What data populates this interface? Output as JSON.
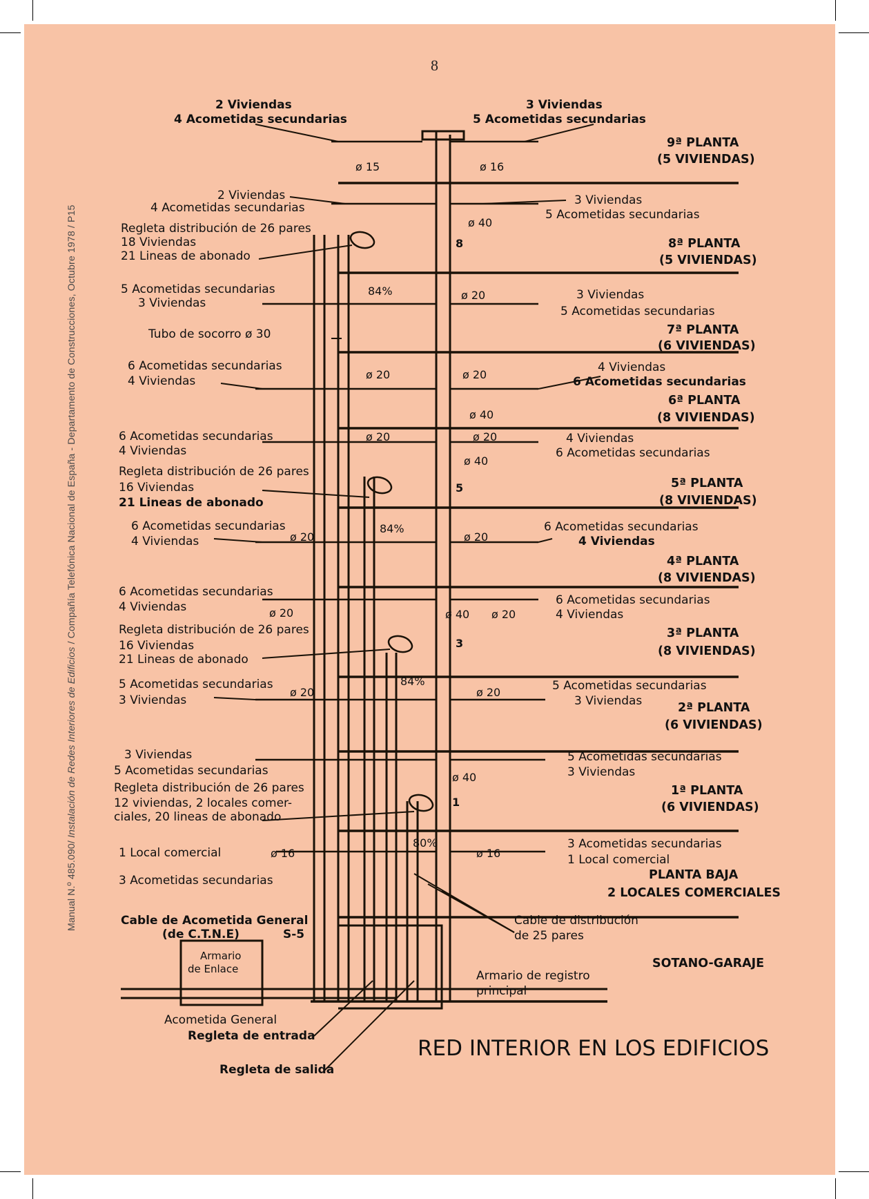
{
  "page_number": "8",
  "side_caption": {
    "pre": "Manual N.º 485.090/ ",
    "italic": "Instalación de Redes Interiores de Edificios",
    "post": " / Compañía Telefónica Nacional de España - Departamento de Construcciones, Octubre 1978 / P15"
  },
  "diagram": {
    "title": "RED INTERIOR EN LOS EDIFICIOS",
    "floors": [
      {
        "name": "9ª PLANTA",
        "units": "(5 VIVIENDAS)"
      },
      {
        "name": "8ª PLANTA",
        "units": "(5 VIVIENDAS)"
      },
      {
        "name": "7ª PLANTA",
        "units": "(6 VIVIENDAS)"
      },
      {
        "name": "6ª PLANTA",
        "units": "(8 VIVIENDAS)"
      },
      {
        "name": "5ª PLANTA",
        "units": "(8 VIVIENDAS)"
      },
      {
        "name": "4ª PLANTA",
        "units": "(8 VIVIENDAS)"
      },
      {
        "name": "3ª PLANTA",
        "units": "(8 VIVIENDAS)"
      },
      {
        "name": "2ª PLANTA",
        "units": "(6 VIVIENDAS)"
      },
      {
        "name": "1ª PLANTA",
        "units": "(6 VIVIENDAS)"
      },
      {
        "name": "PLANTA BAJA",
        "units": "2 LOCALES COMERCIALES"
      },
      {
        "name": "SOTANO-GARAJE",
        "units": ""
      }
    ],
    "left_labels": [
      [
        "2 Viviendas",
        "4 Acometidas secundarias"
      ],
      [
        "2 Viviendas",
        "4 Acometidas secundarias"
      ],
      [
        "Regleta distribución de 26 pares",
        "18 Viviendas",
        "21 Lineas de abonado"
      ],
      [
        "5 Acometidas secundarias",
        "3 Viviendas"
      ],
      [
        "Tubo de socorro ø 30"
      ],
      [
        "6 Acometidas secundarias",
        "4 Viviendas"
      ],
      [
        "6 Acometidas secundarias",
        "4 Viviendas"
      ],
      [
        "Regleta distribución de 26 pares",
        "16 Viviendas",
        "21 Lineas de abonado"
      ],
      [
        "6 Acometidas secundarias",
        "4 Viviendas"
      ],
      [
        "6 Acometidas secundarias",
        "4 Viviendas"
      ],
      [
        "Regleta distribución de 26 pares",
        "16 Viviendas",
        "21 Lineas de abonado"
      ],
      [
        "5 Acometidas secundarias",
        "3 Viviendas"
      ],
      [
        "3 Viviendas",
        "5 Acometidas secundarias"
      ],
      [
        "Regleta distribución de 26 pares",
        "12 viviendas, 2 locales comer-",
        "ciales, 20 lineas de abonado"
      ],
      [
        "1 Local comercial"
      ],
      [
        "3 Acometidas secundarias"
      ]
    ],
    "right_labels": [
      [
        "3 Viviendas",
        "5 Acometidas secundarias"
      ],
      [
        "3 Viviendas",
        "5 Acometidas secundarias"
      ],
      [
        "3 Viviendas",
        "5 Acometidas secundarias"
      ],
      [
        "4 Viviendas",
        "6 Acometidas secundarias"
      ],
      [
        "4 Viviendas",
        "6 Acometidas secundarias"
      ],
      [
        "6 Acometidas secundarias",
        "4 Viviendas"
      ],
      [
        "6 Acometidas secundarias",
        "4 Viviendas"
      ],
      [
        "5 Acometidas secundarias",
        "3 Viviendas"
      ],
      [
        "5 Acometidas secundarias",
        "3 Viviendas"
      ],
      [
        "3 Acometidas secundarias",
        "1 Local comercial"
      ],
      [
        "Cable de distribución",
        "de 25 pares"
      ],
      [
        "Armario de registro",
        "principal"
      ]
    ],
    "bottom_labels": {
      "cable_general": "Cable de Acometida General",
      "ctne": "(de C.T.N.E)",
      "s5": "S-5",
      "armario_enlace": [
        "Armario",
        "de Enlace"
      ],
      "acometida_general": "Acometida General",
      "regleta_entrada": "Regleta de entrada",
      "regleta_salida": "Regleta de salida"
    },
    "diameters": {
      "d15": "ø 15",
      "d16": "ø 16",
      "d20": "ø 20",
      "d30": "ø 30",
      "d40": "ø 40"
    },
    "percentages": [
      "84%",
      "84%",
      "84%",
      "80%"
    ],
    "riser_marks": [
      "8",
      "5",
      "3",
      "1"
    ]
  }
}
